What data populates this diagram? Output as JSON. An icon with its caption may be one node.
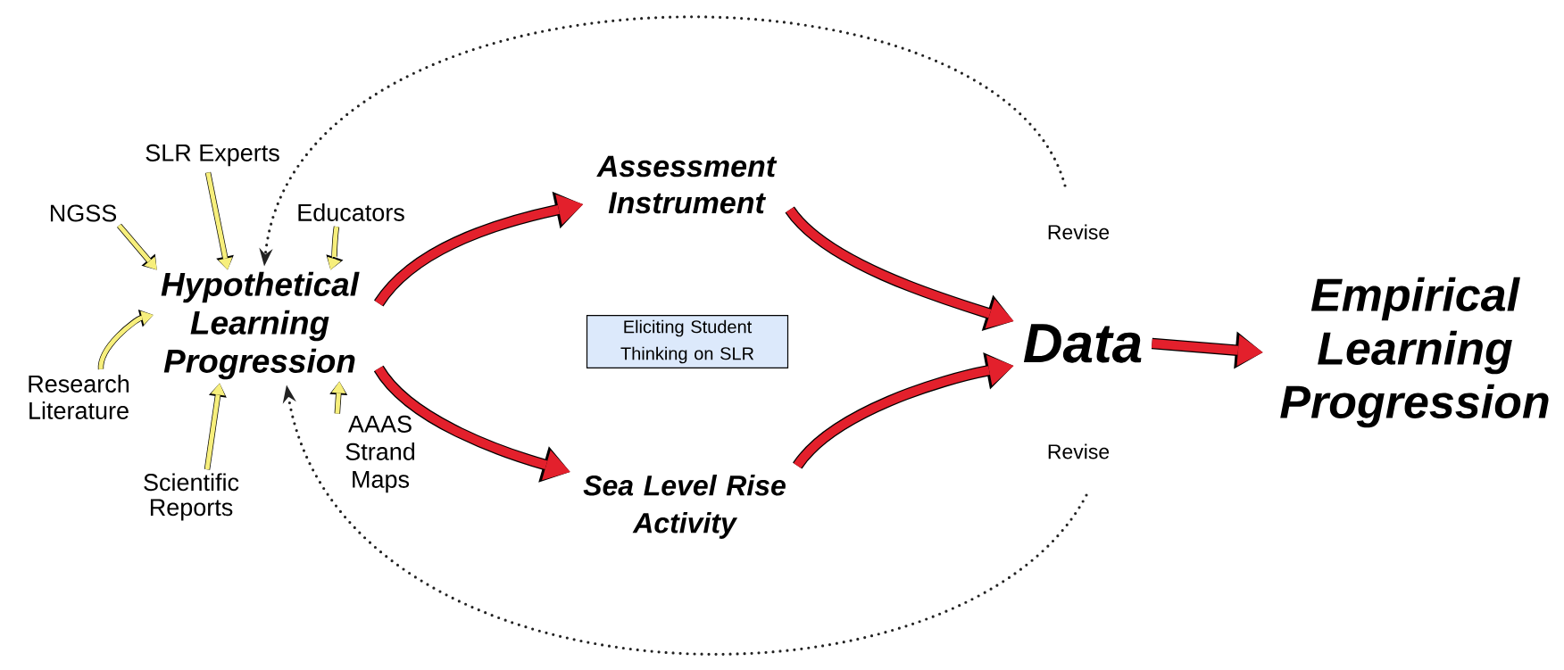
{
  "diagram": {
    "nodes": [
      {
        "text": [
          "SLR Experts"
        ]
      },
      {
        "text": [
          "NGSS"
        ]
      },
      {
        "text": [
          "Educators"
        ]
      },
      {
        "text": [
          "Hypothetical Learning Progression"
        ]
      },
      {
        "text": [
          "Research Literature"
        ]
      },
      {
        "text": [
          "Scientific Reports"
        ]
      },
      {
        "text": [
          "AAAS Strand Maps"
        ]
      },
      {
        "text": [
          "Assessment Instrument"
        ]
      },
      {
        "text": [
          "Eliciting Student Thinking on SLR"
        ]
      },
      {
        "text": [
          "Sea Level Rise Activity"
        ]
      },
      {
        "text": [
          "Data"
        ]
      },
      {
        "text": [
          "Empirical Learning Progression"
        ]
      }
    ],
    "edges": [
      {
        "from": 0,
        "to": 3,
        "arrow": "to",
        "color": "#f7ef7c"
      },
      {
        "from": 1,
        "to": 3,
        "arrow": "to",
        "color": "#f7ef7c"
      },
      {
        "from": 2,
        "to": 3,
        "arrow": "to",
        "color": "#f7ef7c"
      },
      {
        "from": 4,
        "to": 3,
        "arrow": "to",
        "color": "#f7ef7c"
      },
      {
        "from": 5,
        "to": 3,
        "arrow": "to",
        "color": "#f7ef7c"
      },
      {
        "from": 6,
        "to": 3,
        "arrow": "to",
        "color": "#f7ef7c"
      },
      {
        "from": 3,
        "to": 7,
        "arrow": "to",
        "style": "thick",
        "color": "#e3202c"
      },
      {
        "from": 3,
        "to": 9,
        "arrow": "to",
        "style": "thick",
        "color": "#e3202c"
      },
      {
        "from": 7,
        "to": 10,
        "arrow": "to",
        "style": "thick",
        "color": "#e3202c"
      },
      {
        "from": 9,
        "to": 10,
        "arrow": "to",
        "style": "thick",
        "color": "#e3202c"
      },
      {
        "from": 10,
        "to": 11,
        "arrow": "to",
        "style": "thick",
        "color": "#e3202c"
      },
      {
        "from": null,
        "to": 3,
        "arrow": "to",
        "style": "dashed",
        "color": "#222222",
        "label": "Revise"
      },
      {
        "from": null,
        "to": 3,
        "arrow": "to",
        "style": "dashed",
        "color": "#222222",
        "label": "Revise"
      }
    ]
  }
}
